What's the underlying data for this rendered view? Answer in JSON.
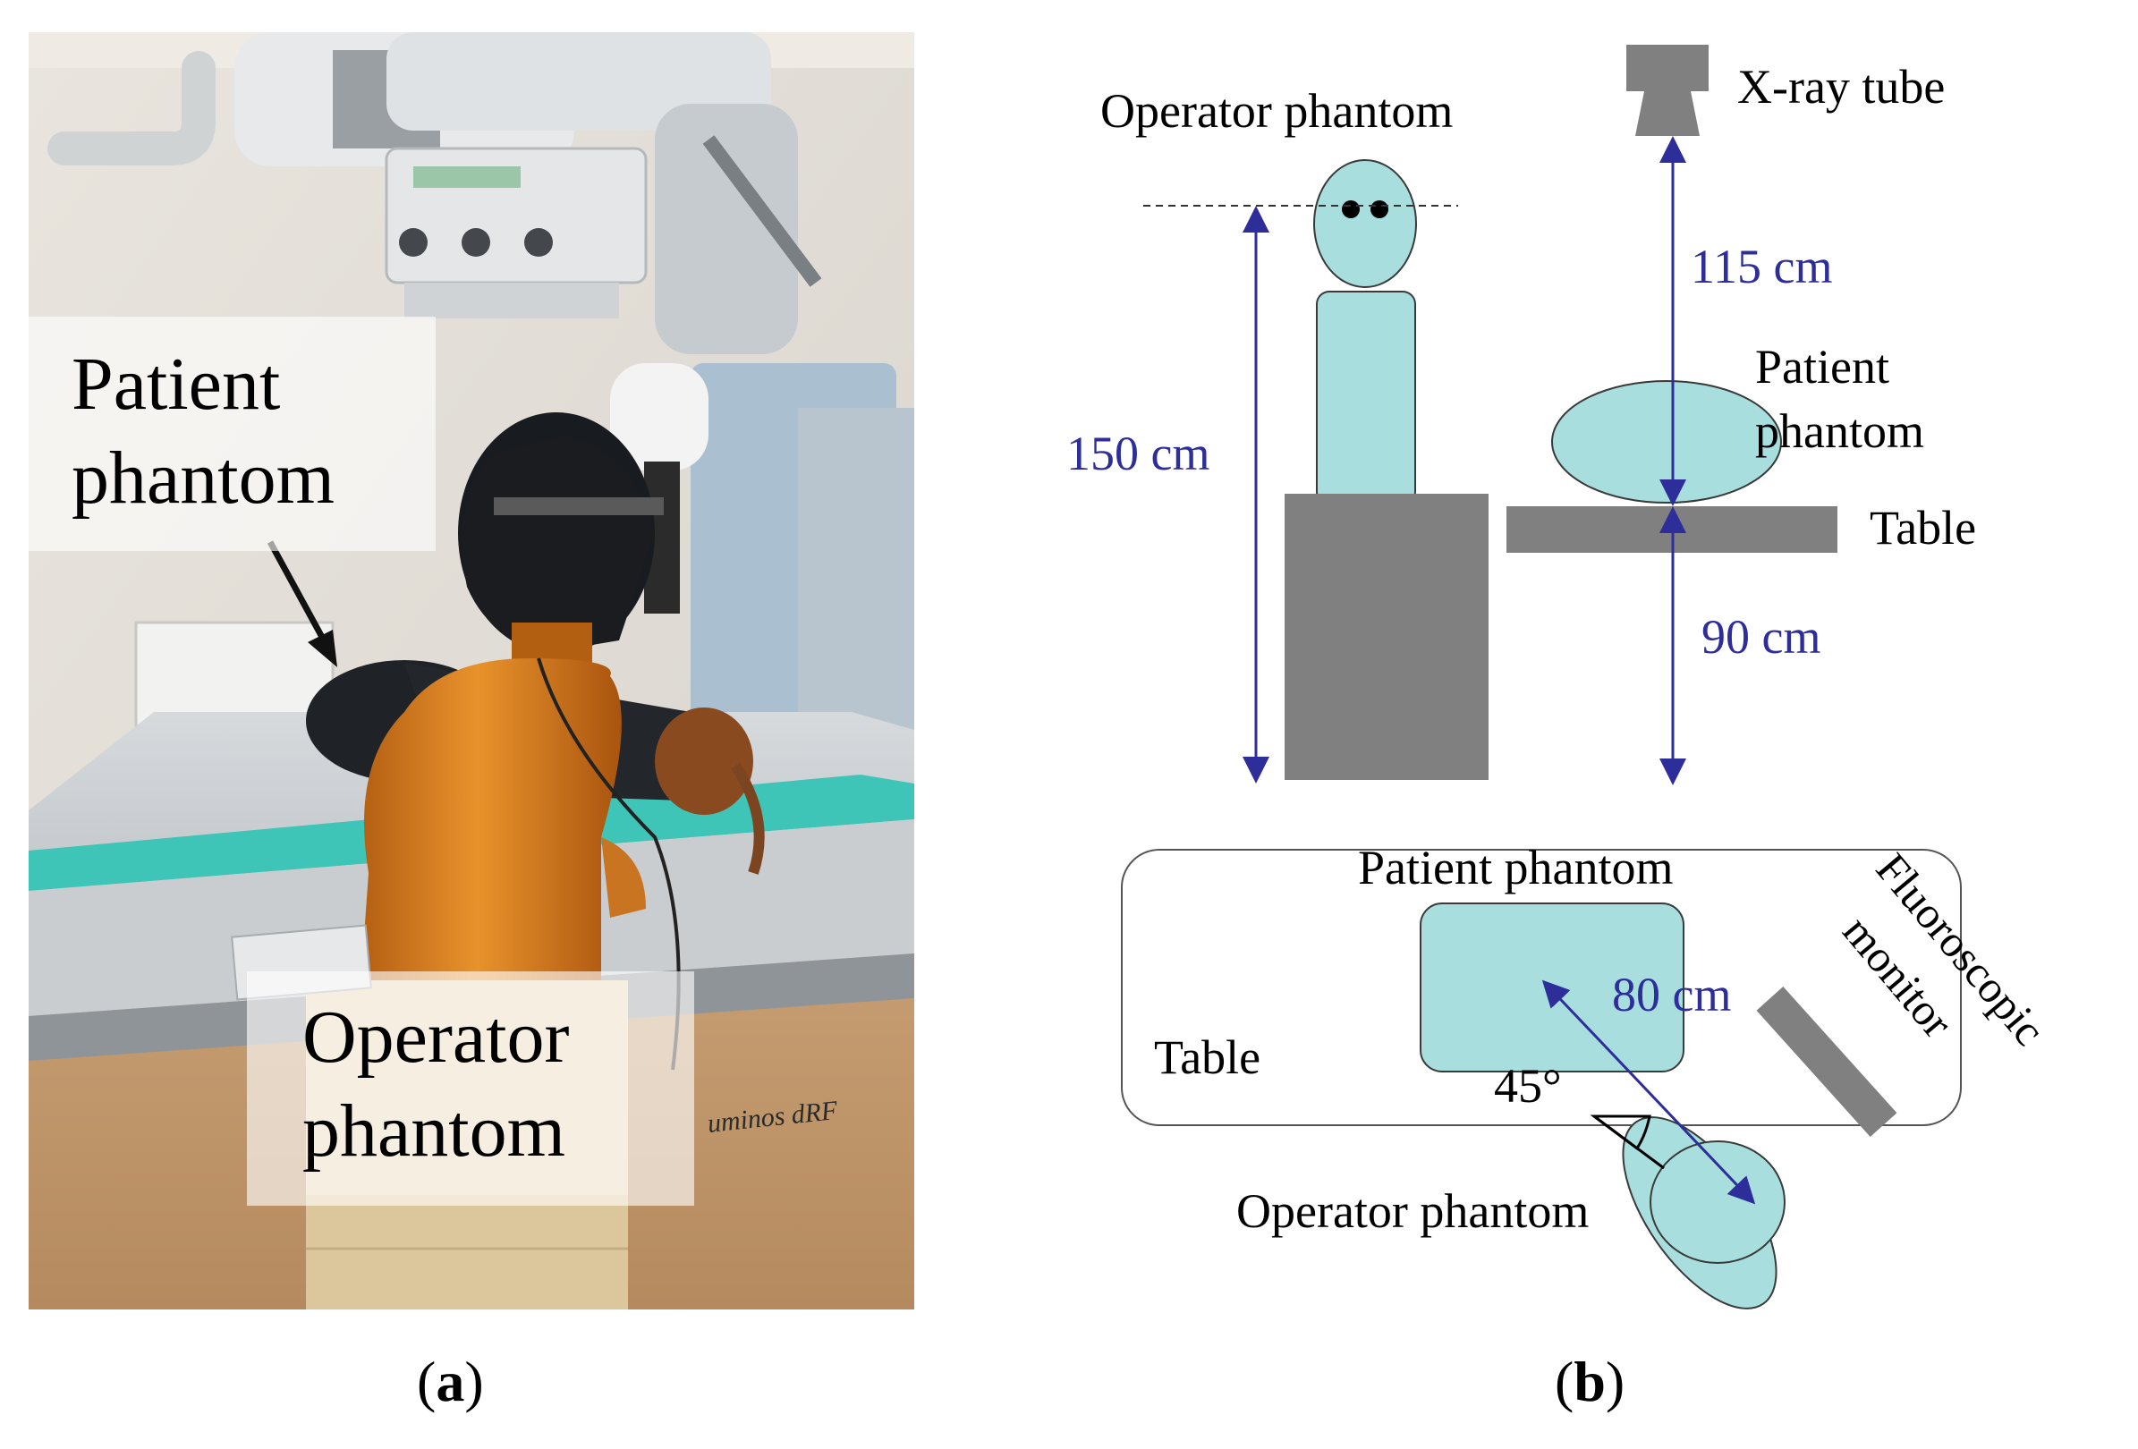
{
  "panel_a": {
    "labels": {
      "patient_line1": "Patient",
      "patient_line2": "phantom",
      "operator_line1": "Operator",
      "operator_line2": "phantom"
    },
    "equipment_text": "uminos dRF",
    "caption_letter": "a"
  },
  "panel_b": {
    "side_view": {
      "operator_phantom_label": "Operator phantom",
      "xray_tube_label": "X-ray tube",
      "distance_tube_table": "115 cm",
      "distance_operator_eye": "150 cm",
      "distance_table_height": "90 cm",
      "patient_phantom_line1": "Patient",
      "patient_phantom_line2": "phantom",
      "table_label": "Table"
    },
    "top_view": {
      "patient_phantom_label": "Patient phantom",
      "table_label": "Table",
      "distance_operator_patient": "80 cm",
      "angle_label": "45°",
      "operator_phantom_label": "Operator phantom",
      "monitor_line1": "Fluoroscopic",
      "monitor_line2": "monitor"
    },
    "caption_letter": "b"
  },
  "colors": {
    "phantom_fill": "#a8dede",
    "equipment_gray": "#808080",
    "dimension_blue": "#2e2e9a",
    "text_black": "#000000"
  }
}
